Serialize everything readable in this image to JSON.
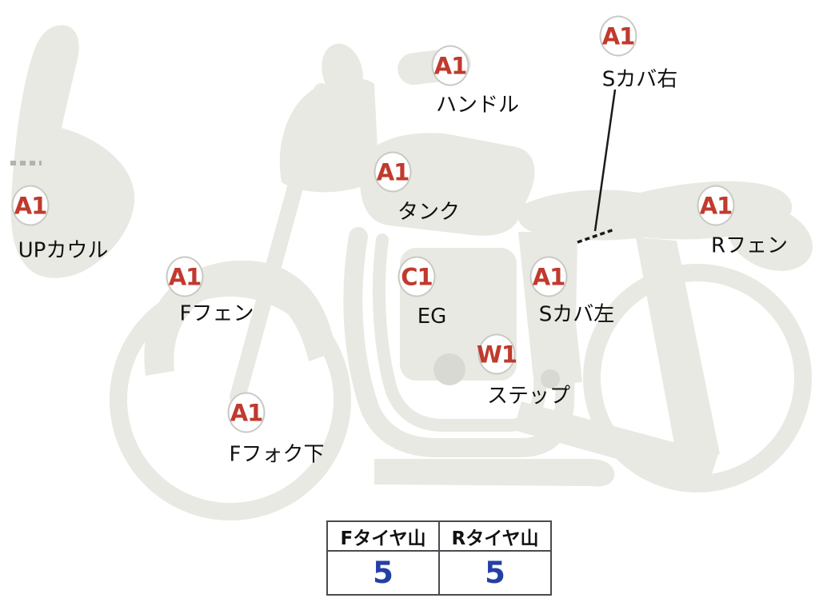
{
  "colors": {
    "body": "#e9e9e3",
    "body_detail": "#d9d9d3",
    "marker_red": "#c03a2e",
    "badge_border": "#c9c9c4",
    "label_black": "#111111",
    "value_blue": "#2240a4",
    "table_border": "#4a4a50"
  },
  "diagram": {
    "markers": [
      {
        "code": "A1",
        "label": "UPカウル"
      },
      {
        "code": "A1",
        "label": "Fフェン"
      },
      {
        "code": "A1",
        "label": "Fフォク下"
      },
      {
        "code": "A1",
        "label": "ハンドル"
      },
      {
        "code": "A1",
        "label": "タンク"
      },
      {
        "code": "C1",
        "label": "EG"
      },
      {
        "code": "W1",
        "label": "ステップ"
      },
      {
        "code": "A1",
        "label": "Sカバ左"
      },
      {
        "code": "A1",
        "label": "Sカバ右"
      },
      {
        "code": "A1",
        "label": "Rフェン"
      }
    ]
  },
  "tire_table": {
    "columns": [
      "Fタイヤ山",
      "Rタイヤ山"
    ],
    "values": [
      "5",
      "5"
    ]
  }
}
